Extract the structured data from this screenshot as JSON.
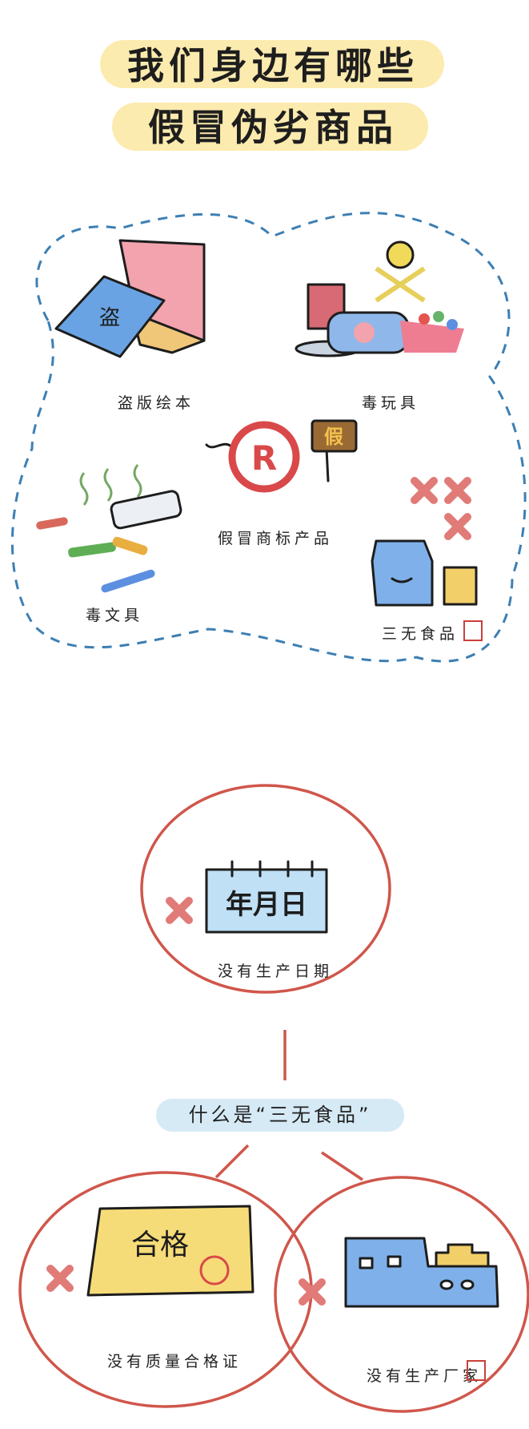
{
  "title": {
    "line1": "我们身边有哪些",
    "line2": "假冒伪劣商品",
    "highlight_color": "#fbe69a"
  },
  "categories": [
    {
      "label": "盗版绘本",
      "icon": "book-icon",
      "glyph": "盗"
    },
    {
      "label": "毒玩具",
      "icon": "toy-poison-icon"
    },
    {
      "label": "假冒商标产品",
      "icon": "trademark-icon",
      "glyph": "R",
      "tag": "假"
    },
    {
      "label": "毒文具",
      "icon": "stationery-icon"
    },
    {
      "label": "三无食品",
      "icon": "food-icon"
    }
  ],
  "diagram": {
    "center_label": "什么是“三无食品”",
    "items": [
      {
        "label": "没有生产日期",
        "icon": "calendar-icon",
        "glyph": "年月日"
      },
      {
        "label": "没有质量合格证",
        "icon": "certificate-icon",
        "glyph": "合格"
      },
      {
        "label": "没有生产厂家",
        "icon": "factory-icon"
      }
    ]
  },
  "colors": {
    "dash_border": "#3d7fb3",
    "circle_border": "#d0564b",
    "cross": "#e07b78",
    "banner": "#d6eaf6"
  }
}
